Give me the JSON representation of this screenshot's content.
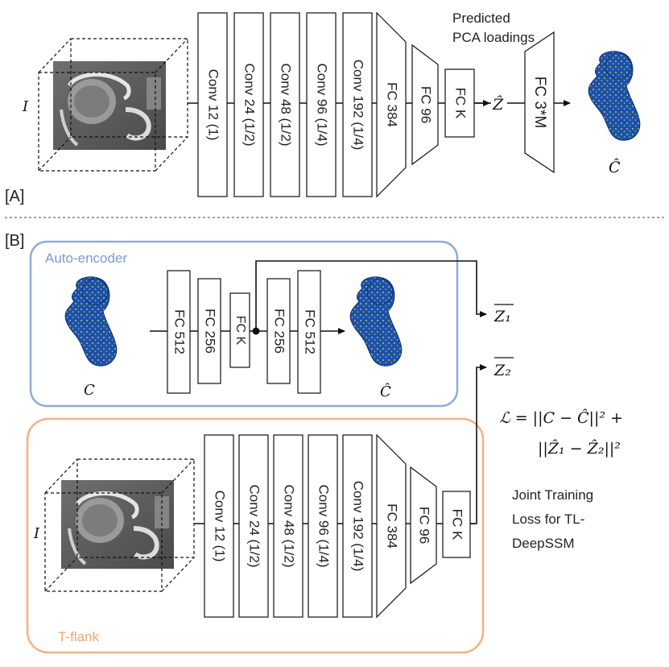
{
  "panel_a": {
    "tag": "[A]",
    "input_symbol": "I",
    "conv_layers": [
      "Conv 12 (1)",
      "Conv 24 (1/2)",
      "Conv 48 (1/2)",
      "Conv 96 (1/4)",
      "Conv 192 (1/4)"
    ],
    "fc_layers": [
      "FC 384",
      "FC 96"
    ],
    "fck_label": "FC K",
    "pca_caption_line1": "Predicted",
    "pca_caption_line2": "PCA loadings",
    "z_hat": "Ẑ",
    "decoder_label": "FC 3*M",
    "output_symbol": "Ĉ"
  },
  "panel_b": {
    "tag": "[B]",
    "autoencoder": {
      "title": "Auto-encoder",
      "color": "#8eaadb",
      "input_symbol": "C",
      "encoder_layers": [
        "FC 512",
        "FC 256"
      ],
      "bottleneck_label": "FC K",
      "decoder_layers": [
        "FC 256",
        "FC 512"
      ],
      "output_symbol": "Ĉ"
    },
    "tflank": {
      "title": "T-flank",
      "color": "#f4b183",
      "input_symbol": "I",
      "conv_layers": [
        "Conv 12 (1)",
        "Conv 24 (1/2)",
        "Conv 48 (1/2)",
        "Conv 96 (1/4)",
        "Conv 192 (1/4)"
      ],
      "fc_layers": [
        "FC 384",
        "FC 96"
      ],
      "fck_label": "FC K"
    },
    "z1_label": "Z₁",
    "z2_label": "Z₂",
    "loss_line1": "ℒ = ||C − Ĉ||² +",
    "loss_line2": "||Ẑ₁ − Ẑ₂||²",
    "caption_lines": [
      "Joint Training",
      "Loss for TL-",
      "DeepSSM"
    ]
  }
}
